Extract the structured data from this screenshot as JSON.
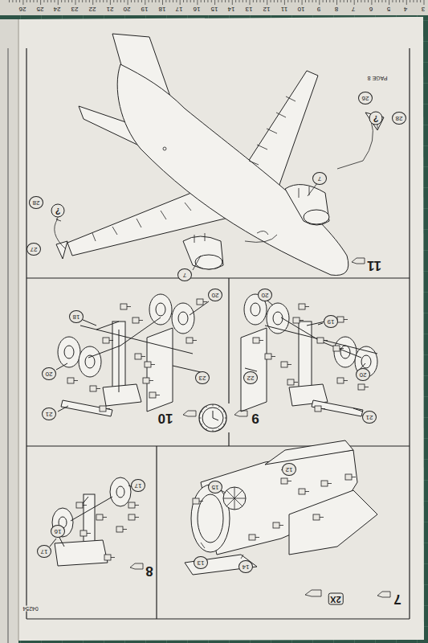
{
  "diagram": {
    "labels": [
      "26",
      "25",
      "24",
      "23",
      "22",
      "21",
      "20",
      "19",
      "18",
      "17",
      "16",
      "15",
      "14",
      "13",
      "12",
      "11",
      "10",
      "9",
      "8",
      "7",
      "6",
      "5",
      "4",
      "3",
      "PAGE 8",
      "04254",
      "11",
      "10",
      "9",
      "8",
      "7",
      "2X",
      "28",
      "?",
      "27",
      "26",
      "?",
      "28",
      "7",
      "7",
      "20",
      "18",
      "20",
      "23",
      "21",
      "20",
      "19",
      "22",
      "20",
      "21",
      "17",
      "16",
      "17",
      "12",
      "15",
      "14",
      "13"
    ]
  }
}
